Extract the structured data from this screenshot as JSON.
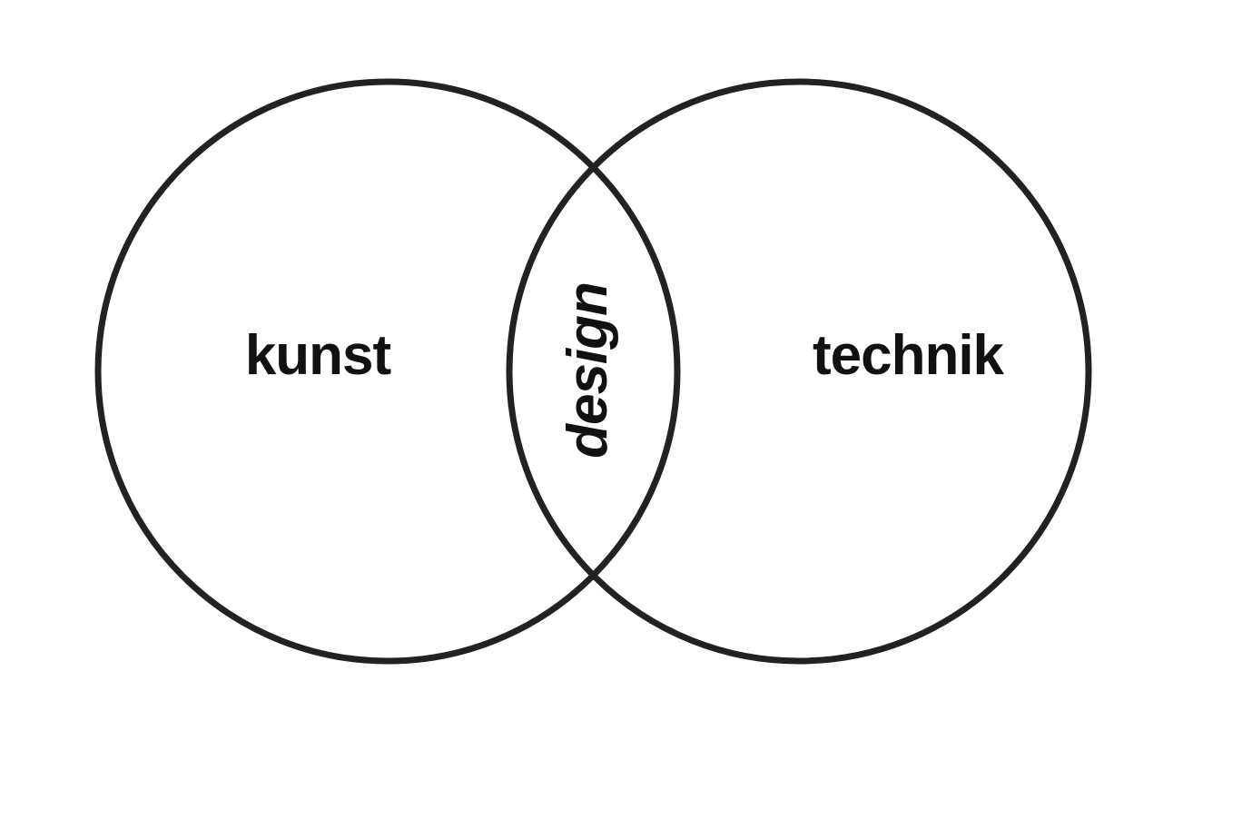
{
  "diagram": {
    "type": "venn",
    "sets": [
      {
        "label": "kunst"
      },
      {
        "label": "technik"
      }
    ],
    "intersection": {
      "label": "design"
    },
    "colors": {
      "stroke": "#222222",
      "text": "#111111",
      "background": "#ffffff"
    }
  }
}
